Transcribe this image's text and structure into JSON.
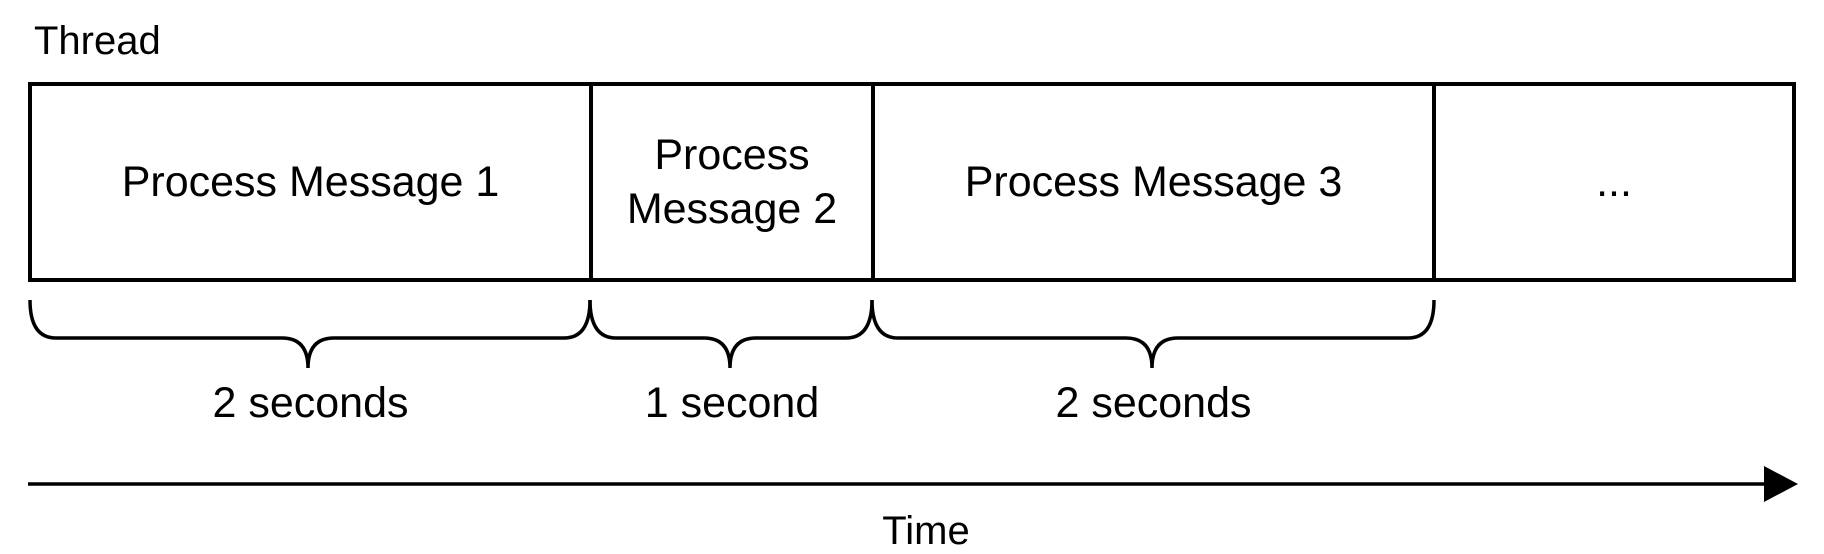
{
  "thread_label": "Thread",
  "boxes": [
    {
      "label": "Process Message 1"
    },
    {
      "label": "Process\nMessage 2"
    },
    {
      "label": "Process Message 3"
    },
    {
      "label": "..."
    }
  ],
  "durations": [
    {
      "label": "2 seconds"
    },
    {
      "label": "1 second"
    },
    {
      "label": "2 seconds"
    }
  ],
  "time_label": "Time"
}
